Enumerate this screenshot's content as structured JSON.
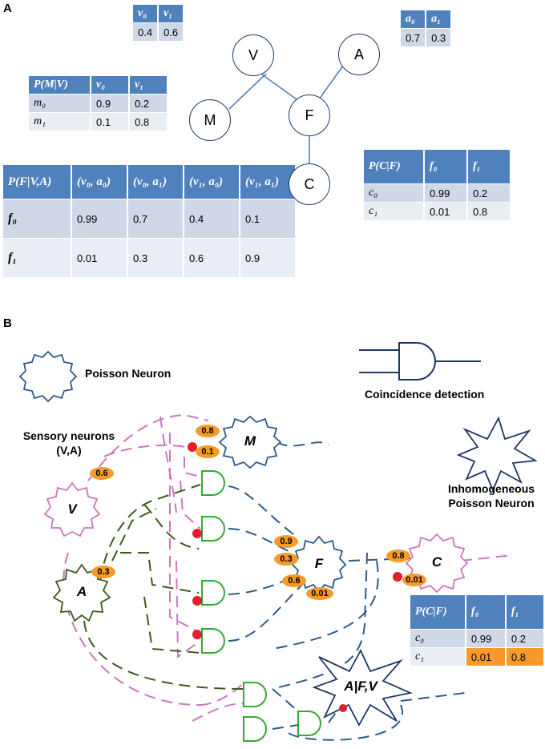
{
  "panel_a": {
    "label": "A",
    "nodes": {
      "v": "V",
      "a": "A",
      "m": "M",
      "f": "F",
      "c": "C"
    },
    "table_v": {
      "headers": [
        "v₀",
        "v₁"
      ],
      "values": [
        "0.4",
        "0.6"
      ]
    },
    "table_a": {
      "headers": [
        "a₀",
        "a₁"
      ],
      "values": [
        "0.7",
        "0.3"
      ]
    },
    "table_mv": {
      "headers": [
        "P(M|V)",
        "v₀",
        "v₁"
      ],
      "rows": [
        [
          "m₀",
          "0.9",
          "0.2"
        ],
        [
          "m₁",
          "0.1",
          "0.8"
        ]
      ]
    },
    "table_fva": {
      "headers": [
        "P(F|V,A)",
        "(v₀, a₀)",
        "(v₀, a₁)",
        "(v₁, a₀)",
        "(v₁, a₁)"
      ],
      "rows": [
        [
          "f₀",
          "0.99",
          "0.7",
          "0.4",
          "0.1"
        ],
        [
          "f₁",
          "0.01",
          "0.3",
          "0.6",
          "0.9"
        ]
      ]
    },
    "table_cf": {
      "headers": [
        "P(C|F)",
        "f₀",
        "f₁"
      ],
      "rows": [
        [
          "c₀",
          "0.99",
          "0.2"
        ],
        [
          "c₁",
          "0.01",
          "0.8"
        ]
      ]
    }
  },
  "panel_b": {
    "label": "B",
    "legend": {
      "poisson": "Poisson Neuron",
      "coincidence": "Coincidence detection",
      "inhomogeneous_line1": "Inhomogeneous",
      "inhomogeneous_line2": "Poisson Neuron"
    },
    "sensory_line1": "Sensory neurons",
    "sensory_line2": "(V,A)",
    "neurons": {
      "v": "V",
      "a": "A",
      "m": "M",
      "f": "F",
      "c": "C",
      "afv": "A|F,V"
    },
    "weights": {
      "m_top": "0.8",
      "m_bottom": "0.1",
      "v": "0.6",
      "a": "0.3",
      "f1": "0.9",
      "f2": "0.3",
      "f3": "0.6",
      "f4": "0.01",
      "c_top": "0.8",
      "c_bottom": "0.01"
    },
    "table_cf": {
      "headers": [
        "P(C|F)",
        "f₀",
        "f₁"
      ],
      "rows": [
        [
          "c₀",
          "0.99",
          "0.2"
        ],
        [
          "c₁",
          "0.01",
          "0.8"
        ]
      ]
    },
    "colors": {
      "pink": "#cc77bb",
      "navy": "#2e5a8a",
      "olive": "#3d5a1f",
      "gate": "#33aa33",
      "orange": "#f79a28",
      "red": "#e0202a",
      "header_blue": "#4f81bd"
    }
  }
}
